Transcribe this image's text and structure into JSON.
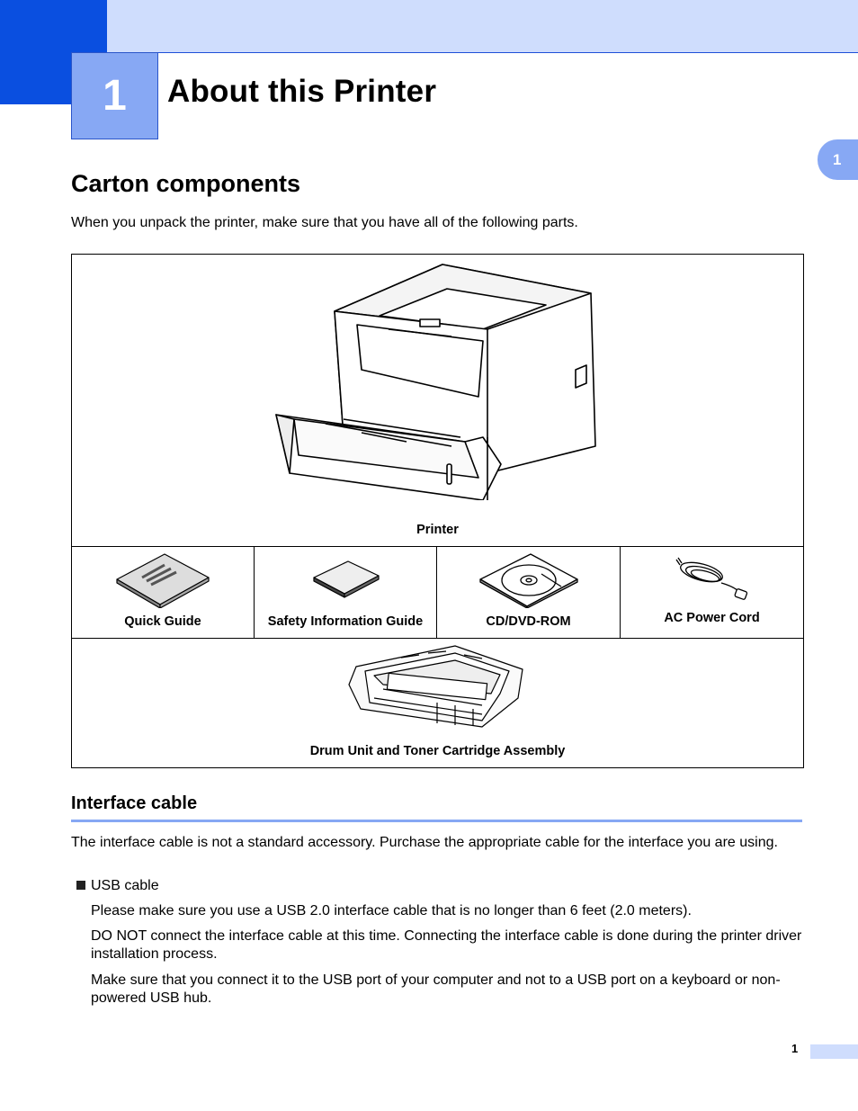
{
  "chapter": {
    "number": "1",
    "title": "About this Printer",
    "side_tab": "1"
  },
  "section": {
    "title": "Carton components",
    "intro": "When you unpack the printer, make sure that you have all of the following parts."
  },
  "parts": {
    "printer": "Printer",
    "quick_guide": "Quick Guide",
    "safety_guide": "Safety Information Guide",
    "cd_rom": "CD/DVD-ROM",
    "power_cord": "AC Power Cord",
    "drum_unit": "Drum Unit and Toner Cartridge Assembly"
  },
  "interface": {
    "title": "Interface cable",
    "desc": "The interface cable is not a standard accessory. Purchase the appropriate cable for the interface you are using.",
    "bullet": "USB cable",
    "p1": "Please make sure you use a USB 2.0 interface cable that is no longer than 6 feet (2.0 meters).",
    "p2": "DO NOT connect the interface cable at this time. Connecting the interface cable is done during the printer driver installation process.",
    "p3": "Make sure that you connect it to the USB port of your computer and not to a USB port on a keyboard or non-powered USB hub."
  },
  "footer": {
    "page_number": "1"
  }
}
